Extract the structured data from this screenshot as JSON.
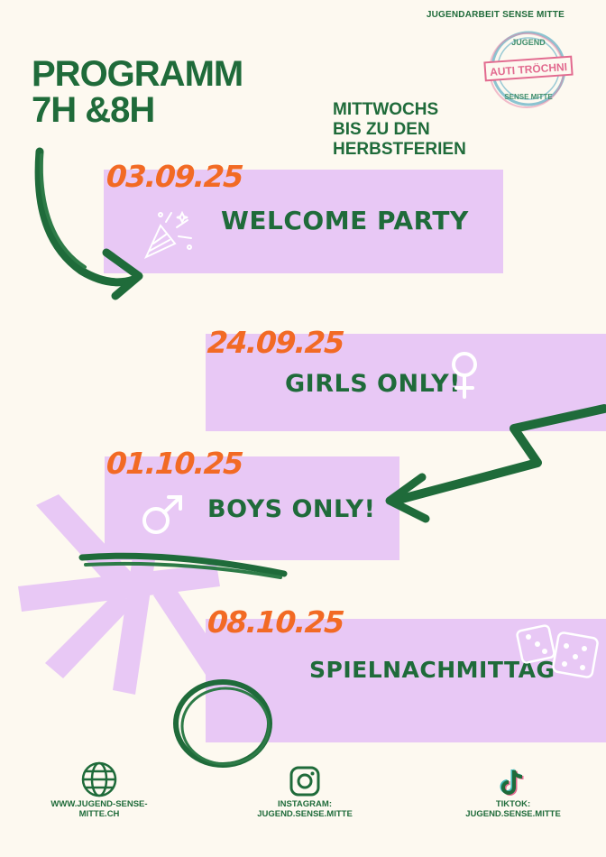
{
  "organization": "JUGENDARBEIT SENSE MITTE",
  "title": {
    "line1": "PROGRAMM",
    "line2": "7H &8H"
  },
  "subtitle": {
    "line1": "MITTWOCHS",
    "line2": "BIS ZU DEN",
    "line3": "HERBSTFERIEN"
  },
  "stamp": {
    "top": "JUGEND",
    "middle": "AUTI TRÖCHNI",
    "bottom": "SENSE MITTE"
  },
  "events": [
    {
      "date": "03.09.25",
      "title": "WELCOME PARTY",
      "icon": "party-popper-icon"
    },
    {
      "date": "24.09.25",
      "title": "GIRLS ONLY!",
      "icon": "female-symbol-icon"
    },
    {
      "date": "01.10.25",
      "title": "BOYS ONLY!",
      "icon": "male-symbol-icon"
    },
    {
      "date": "08.10.25",
      "title": "SPIELNACHMITTAG",
      "icon": "dice-icon"
    }
  ],
  "footer": {
    "website": {
      "line1": "WWW.JUGEND-SENSE-",
      "line2": "MITTE.CH",
      "icon": "globe-icon"
    },
    "instagram": {
      "line1": "INSTAGRAM:",
      "line2": "JUGEND.SENSE.MITTE",
      "icon": "instagram-icon"
    },
    "tiktok": {
      "line1": "TIKTOK:",
      "line2": "JUGEND.SENSE.MITTE",
      "icon": "tiktok-icon"
    }
  },
  "colors": {
    "background": "#fdf9f0",
    "green": "#1f6b3a",
    "orange": "#f26a24",
    "lilac": "#e8c8f5"
  }
}
